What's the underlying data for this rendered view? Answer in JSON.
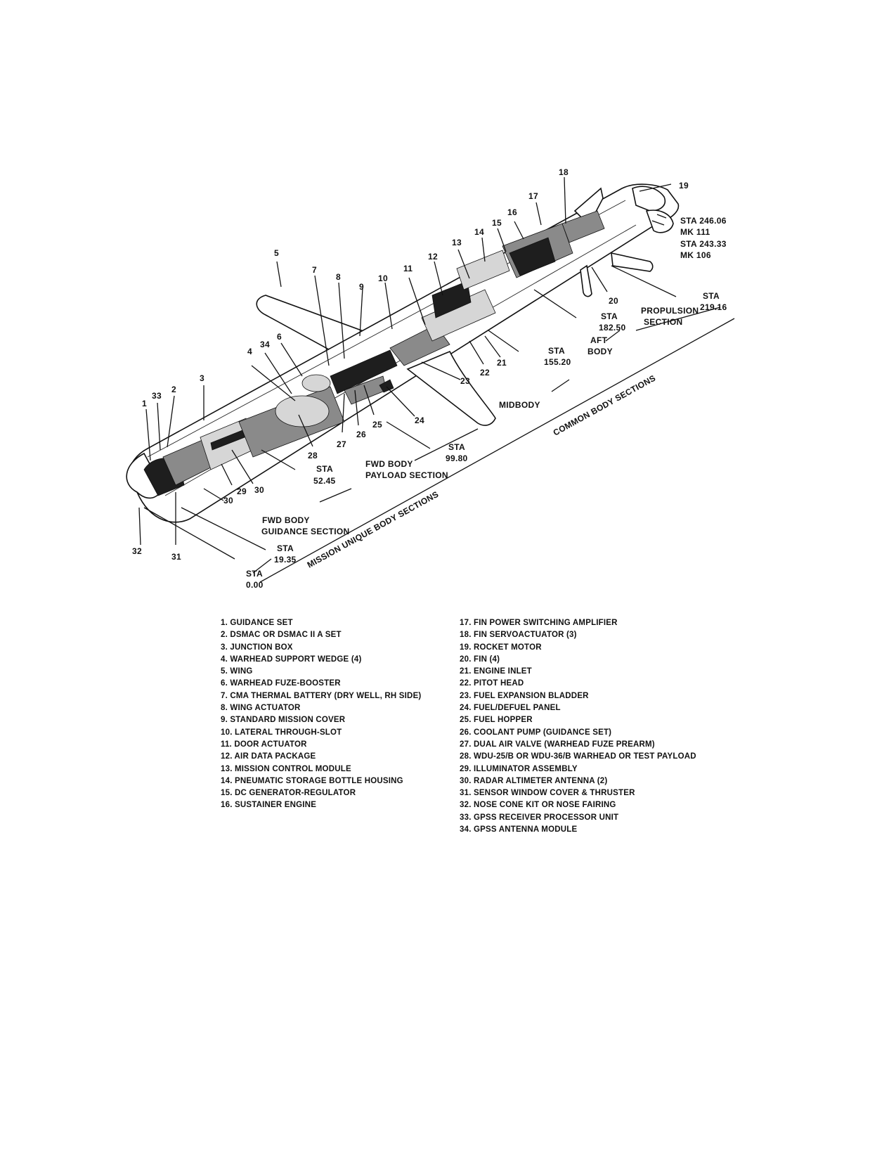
{
  "callouts": {
    "n1": "1",
    "n2": "2",
    "n3": "3",
    "n4": "4",
    "n5": "5",
    "n6": "6",
    "n7": "7",
    "n8": "8",
    "n9": "9",
    "n10": "10",
    "n11": "11",
    "n12": "12",
    "n13": "13",
    "n14": "14",
    "n15": "15",
    "n16": "16",
    "n17": "17",
    "n18": "18",
    "n19": "19",
    "n20": "20",
    "n21": "21",
    "n22": "22",
    "n23": "23",
    "n24": "24",
    "n25": "25",
    "n26": "26",
    "n27": "27",
    "n28": "28",
    "n29": "29",
    "n30a": "30",
    "n30b": "30",
    "n31": "31",
    "n32": "32",
    "n33": "33",
    "n34": "34"
  },
  "stations": {
    "sta_246": "STA 246.06",
    "mk111": "MK 111",
    "sta_243": "STA 243.33",
    "mk106": "MK 106",
    "sta_219_label": "STA",
    "sta_219_value": "219.16",
    "sta_182_label": "STA",
    "sta_182_value": "182.50",
    "sta_155_label": "STA",
    "sta_155_value": "155.20",
    "sta_99_label": "STA",
    "sta_99_value": "99.80",
    "sta_52_label": "STA",
    "sta_52_value": "52.45",
    "sta_19_label": "STA",
    "sta_19_value": "19.35",
    "sta_0_label": "STA",
    "sta_0_value": "0.00"
  },
  "sections": {
    "propulsion_1": "PROPULSION",
    "propulsion_2": "SECTION",
    "aft_1": "AFT",
    "aft_2": "BODY",
    "midbody": "MIDBODY",
    "fwd_payload_1": "FWD BODY",
    "fwd_payload_2": "PAYLOAD SECTION",
    "fwd_guidance_1": "FWD BODY",
    "fwd_guidance_2": "GUIDANCE SECTION",
    "common": "COMMON BODY SECTIONS",
    "mission_unique": "MISSION UNIQUE BODY SECTIONS"
  },
  "legend": {
    "left": [
      "1. GUIDANCE SET",
      "2. DSMAC OR DSMAC II A SET",
      "3. JUNCTION BOX",
      "4. WARHEAD SUPPORT WEDGE (4)",
      "5. WING",
      "6. WARHEAD FUZE-BOOSTER",
      "7. CMA THERMAL BATTERY (DRY WELL, RH SIDE)",
      "8. WING ACTUATOR",
      "9. STANDARD MISSION COVER",
      "10. LATERAL THROUGH-SLOT",
      "11. DOOR ACTUATOR",
      "12. AIR DATA PACKAGE",
      "13. MISSION CONTROL MODULE",
      "14. PNEUMATIC STORAGE BOTTLE HOUSING",
      "15. DC GENERATOR-REGULATOR",
      "16. SUSTAINER ENGINE"
    ],
    "right": [
      "17. FIN POWER SWITCHING AMPLIFIER",
      "18. FIN SERVOACTUATOR (3)",
      "19. ROCKET MOTOR",
      "20. FIN (4)",
      "21. ENGINE INLET",
      "22. PITOT HEAD",
      "23. FUEL EXPANSION BLADDER",
      "24. FUEL/DEFUEL PANEL",
      "25. FUEL HOPPER",
      "26. COOLANT PUMP (GUIDANCE SET)",
      "27. DUAL AIR VALVE (WARHEAD FUZE PREARM)",
      "28. WDU-25/B OR WDU-36/B WARHEAD OR TEST PAYLOAD",
      "29. ILLUMINATOR ASSEMBLY",
      "30. RADAR ALTIMETER ANTENNA (2)",
      "31. SENSOR WINDOW COVER & THRUSTER",
      "32. NOSE CONE KIT OR NOSE FAIRING",
      "33. GPSS RECEIVER PROCESSOR UNIT",
      "34. GPSS ANTENNA MODULE"
    ]
  }
}
